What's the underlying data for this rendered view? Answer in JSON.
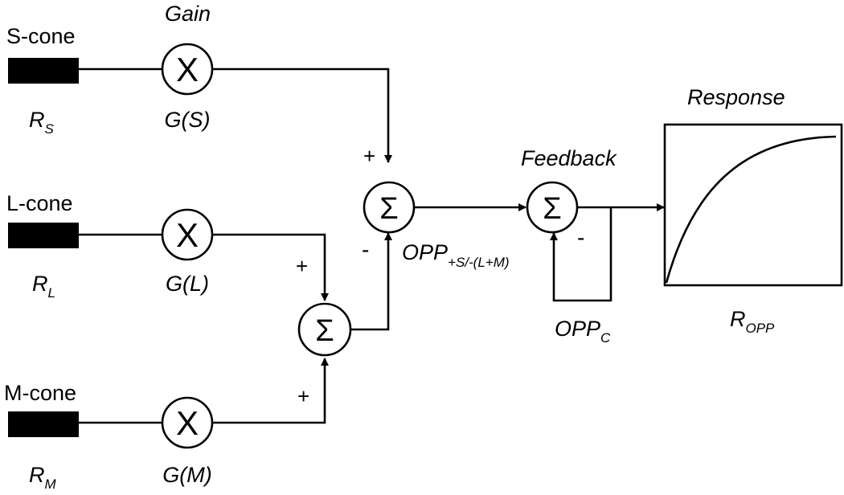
{
  "cones": {
    "s": {
      "name": "S-cone",
      "response": "R",
      "response_sub": "S",
      "gain": "G(S)"
    },
    "l": {
      "name": "L-cone",
      "response": "R",
      "response_sub": "L",
      "gain": "G(L)"
    },
    "m": {
      "name": "M-cone",
      "response": "R",
      "response_sub": "M",
      "gain": "G(M)"
    }
  },
  "gain_title": "Gain",
  "multiply_symbol": "X",
  "sum_symbol": "Σ",
  "signs": {
    "s_plus": "+",
    "lm_minus": "-",
    "l_plus": "+",
    "m_plus": "+",
    "feedback_minus": "-"
  },
  "opponent": {
    "label": "OPP",
    "sub": "+S/-(L+M)"
  },
  "feedback": {
    "title": "Feedback",
    "label": "OPP",
    "sub": "C"
  },
  "response": {
    "title": "Response",
    "label": "R",
    "sub": "OPP"
  }
}
